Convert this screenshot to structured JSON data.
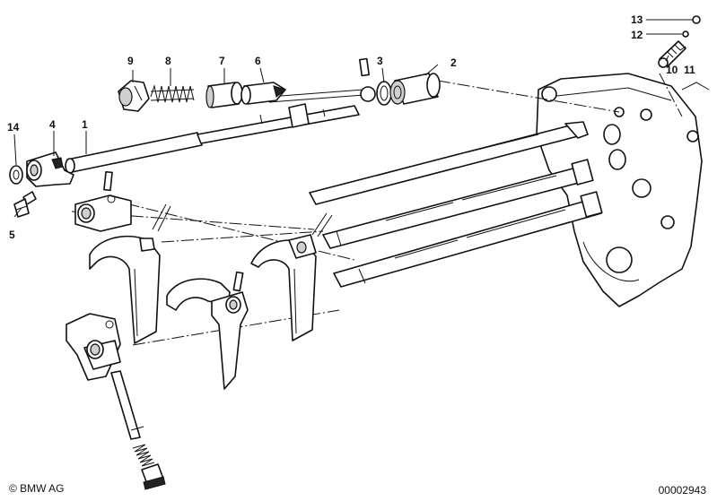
{
  "diagram": {
    "callouts": [
      "1",
      "2",
      "3",
      "4",
      "5",
      "6",
      "7",
      "8",
      "9",
      "10",
      "11",
      "12",
      "13",
      "14"
    ]
  },
  "footer": {
    "copyright": "© BMW AG",
    "diagram_id": "00002943"
  }
}
